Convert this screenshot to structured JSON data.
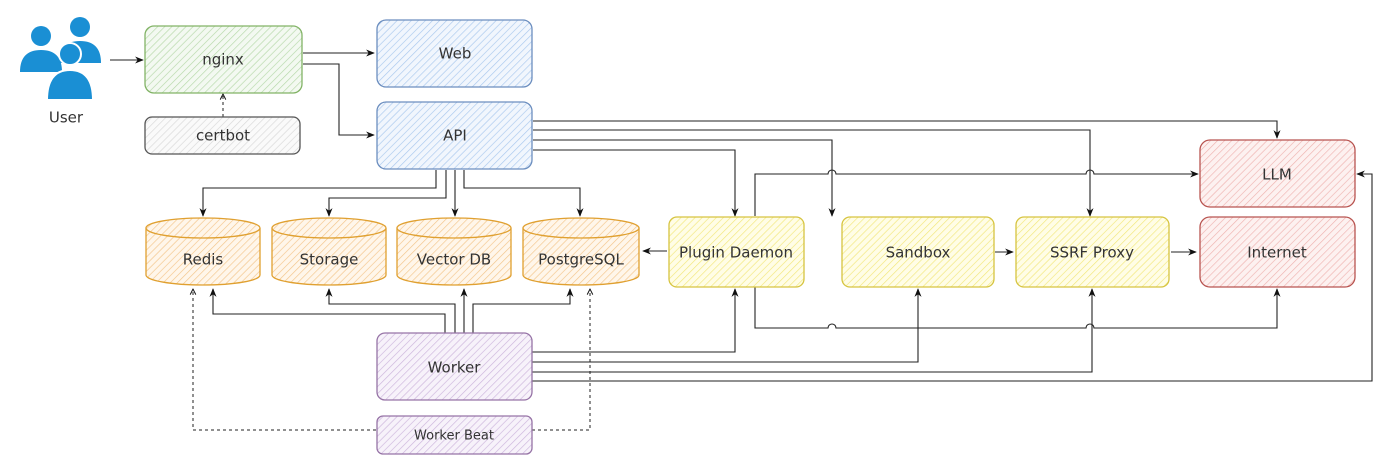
{
  "title": "System architecture diagram",
  "colors": {
    "green": {
      "stroke": "#82b366",
      "fill": "#d5e8d4"
    },
    "blue": {
      "stroke": "#6c8ebf",
      "fill": "#dae8fc"
    },
    "gray": {
      "stroke": "#666666",
      "fill": "#f5f5f5"
    },
    "orange": {
      "stroke": "#e0a030",
      "fill": "#ffe6cc"
    },
    "yellow": {
      "stroke": "#d6c440",
      "fill": "#fff9b0"
    },
    "red": {
      "stroke": "#b85450",
      "fill": "#f8cecc"
    },
    "purple": {
      "stroke": "#9673a6",
      "fill": "#e1d5e7"
    },
    "user_icon": "#1a8fd4"
  },
  "nodes": {
    "user": {
      "label": "User",
      "icon": "users-icon"
    },
    "nginx": {
      "label": "nginx"
    },
    "certbot": {
      "label": "certbot"
    },
    "web": {
      "label": "Web"
    },
    "api": {
      "label": "API"
    },
    "redis": {
      "label": "Redis"
    },
    "storage": {
      "label": "Storage"
    },
    "vectordb": {
      "label": "Vector DB"
    },
    "postgresql": {
      "label": "PostgreSQL"
    },
    "plugin_daemon": {
      "label": "Plugin Daemon"
    },
    "sandbox": {
      "label": "Sandbox"
    },
    "ssrf_proxy": {
      "label": "SSRF Proxy"
    },
    "llm": {
      "label": "LLM"
    },
    "internet": {
      "label": "Internet"
    },
    "worker": {
      "label": "Worker"
    },
    "worker_beat": {
      "label": "Worker Beat"
    }
  },
  "edges": [
    {
      "from": "user",
      "to": "nginx",
      "style": "solid"
    },
    {
      "from": "certbot",
      "to": "nginx",
      "style": "dashed"
    },
    {
      "from": "nginx",
      "to": "web",
      "style": "solid"
    },
    {
      "from": "nginx",
      "to": "api",
      "style": "solid"
    },
    {
      "from": "api",
      "to": "redis",
      "style": "solid"
    },
    {
      "from": "api",
      "to": "storage",
      "style": "solid"
    },
    {
      "from": "api",
      "to": "vectordb",
      "style": "solid"
    },
    {
      "from": "api",
      "to": "postgresql",
      "style": "solid"
    },
    {
      "from": "api",
      "to": "plugin_daemon",
      "style": "solid"
    },
    {
      "from": "api",
      "to": "sandbox",
      "style": "solid"
    },
    {
      "from": "api",
      "to": "ssrf_proxy",
      "style": "solid"
    },
    {
      "from": "api",
      "to": "llm",
      "style": "solid"
    },
    {
      "from": "plugin_daemon",
      "to": "postgresql",
      "style": "solid"
    },
    {
      "from": "plugin_daemon",
      "to": "llm",
      "style": "solid"
    },
    {
      "from": "plugin_daemon",
      "to": "internet",
      "style": "solid"
    },
    {
      "from": "sandbox",
      "to": "ssrf_proxy",
      "style": "solid"
    },
    {
      "from": "ssrf_proxy",
      "to": "internet",
      "style": "solid"
    },
    {
      "from": "worker",
      "to": "redis",
      "style": "solid"
    },
    {
      "from": "worker",
      "to": "storage",
      "style": "solid"
    },
    {
      "from": "worker",
      "to": "vectordb",
      "style": "solid"
    },
    {
      "from": "worker",
      "to": "postgresql",
      "style": "solid"
    },
    {
      "from": "worker",
      "to": "plugin_daemon",
      "style": "solid"
    },
    {
      "from": "worker",
      "to": "sandbox",
      "style": "solid"
    },
    {
      "from": "worker",
      "to": "ssrf_proxy",
      "style": "solid"
    },
    {
      "from": "worker",
      "to": "llm",
      "style": "solid"
    },
    {
      "from": "worker_beat",
      "to": "redis",
      "style": "dashed"
    },
    {
      "from": "worker_beat",
      "to": "postgresql",
      "style": "dashed"
    }
  ]
}
